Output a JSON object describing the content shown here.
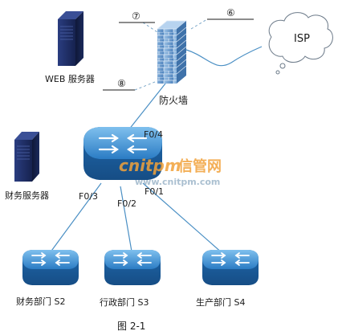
{
  "colors": {
    "wire": "#4a8fc4",
    "dash": "#7aa6c8",
    "server_body": "#1c2b63",
    "switch_body": "#2c7dc4",
    "firewall_brick": "#6f9ccc",
    "watermark_orange": "#f2a23a",
    "watermark_gray": "#9db6c9"
  },
  "nodes": {
    "web_server": {
      "label": "WEB 服务器",
      "icon": "server-icon"
    },
    "finance_server": {
      "label": "财务服务器",
      "icon": "server-icon"
    },
    "firewall": {
      "label": "防火墙",
      "icon": "firewall-icon"
    },
    "isp": {
      "label": "ISP",
      "icon": "cloud-icon"
    },
    "core_switch": {
      "icon": "core-switch-icon"
    },
    "s2": {
      "label": "财务部门 S2",
      "icon": "switch-icon"
    },
    "s3": {
      "label": "行政部门 S3",
      "icon": "switch-icon"
    },
    "s4": {
      "label": "生产部门 S4",
      "icon": "switch-icon"
    }
  },
  "ports": {
    "f04": "F0/4",
    "f03": "F0/3",
    "f02": "F0/2",
    "f01": "F0/1"
  },
  "blanks": {
    "b6": "⑥",
    "b7": "⑦",
    "b8": "⑧"
  },
  "watermark": {
    "brand_latin": "cnitpm",
    "brand_cn": "信管网",
    "url": "www.cnitpm.com"
  },
  "caption": "图 2-1"
}
